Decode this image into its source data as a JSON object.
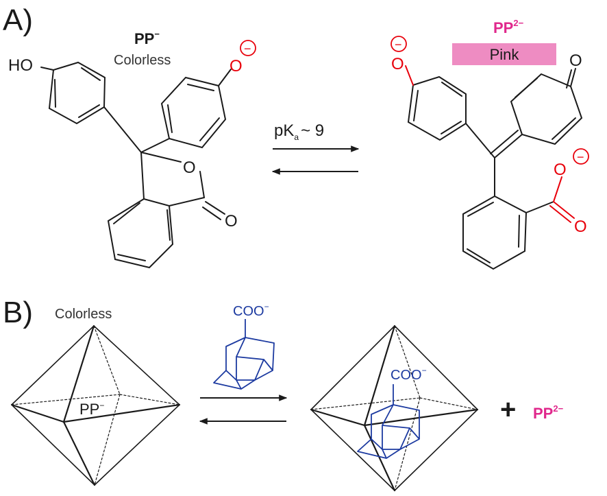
{
  "panel_a": {
    "label": "A)",
    "left": {
      "name": "PP",
      "charge": "−",
      "state": "Colorless"
    },
    "right": {
      "name": "PP",
      "charge": "2−",
      "state": "Pink"
    },
    "equilibrium": {
      "p": "p",
      "K": "K",
      "sub": "a",
      "value": "~ 9"
    },
    "atoms": {
      "ho": "HO",
      "o": "O",
      "minus": "−"
    }
  },
  "panel_b": {
    "label": "B)",
    "state": "Colorless",
    "inside": {
      "name": "PP",
      "charge": "−"
    },
    "guest": {
      "group": "COO",
      "charge": "−"
    },
    "plus": "+",
    "product": {
      "name": "PP",
      "charge": "2−"
    }
  },
  "colors": {
    "black": "#1a1a1a",
    "red": "#e8000b",
    "magenta": "#e0288c",
    "pink_box": "#ee8cc2",
    "blue": "#1c3aa0"
  }
}
